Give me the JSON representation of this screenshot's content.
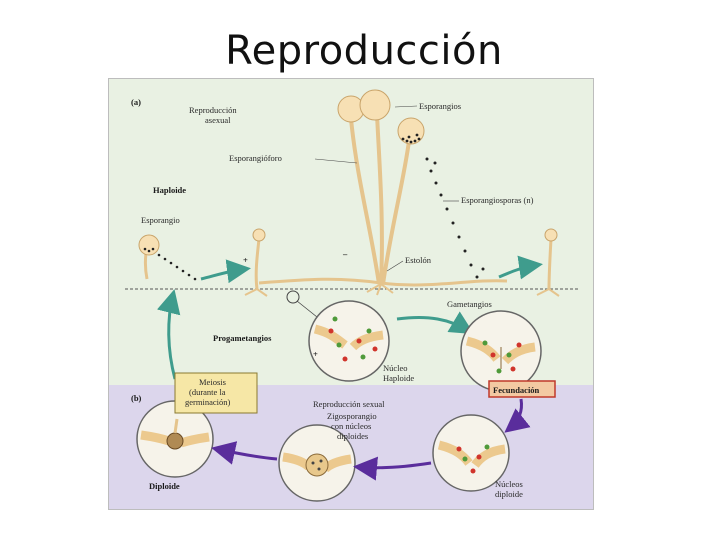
{
  "slide": {
    "title": "Reproducción"
  },
  "diagram": {
    "panel_a_tag": "(a)",
    "panel_b_tag": "(b)",
    "labels": {
      "asexual_line1": "Reproducción",
      "asexual_line2": "asexual",
      "esporangios": "Esporangios",
      "esporangioforo": "Esporangióforo",
      "haploide": "Haploide",
      "esporangio": "Esporangio",
      "esporangiosporas": "Esporangiosporas (n)",
      "estolon": "Estolón",
      "gametangios": "Gametangios",
      "progametangios": "Progametangios",
      "nucleo_line1": "Núcleo",
      "nucleo_line2": "Haploide",
      "meiosis_line1": "Meiosis",
      "meiosis_line2": "(durante la",
      "meiosis_line3": "germinación)",
      "fecundacion": "Fecundación",
      "sexual": "Reproducción sexual",
      "zigo_line1": "Zigosporangio",
      "zigo_line2": "con núcleos",
      "zigo_line3": "diploides",
      "nucleos_line1": "Núcleos",
      "nucleos_line2": "diploide",
      "diploide": "Diploide",
      "plus_sign": "+",
      "minus_sign": "–"
    },
    "colors": {
      "panel_a_bg": "#e9f1e3",
      "panel_b_bg": "#dcd6ec",
      "hypha": "#f2d7a7",
      "sporangium": "#f7e0b4",
      "teal_arrow": "#3f9c8d",
      "purple_arrow": "#5a2d9c",
      "meiosis_box": "#f6e7a6",
      "fecundacion_box": "#f3c9a2",
      "fecundacion_border": "#c0392b",
      "red_nucleus": "#d0342c",
      "green_nucleus": "#4f9a3a"
    }
  }
}
